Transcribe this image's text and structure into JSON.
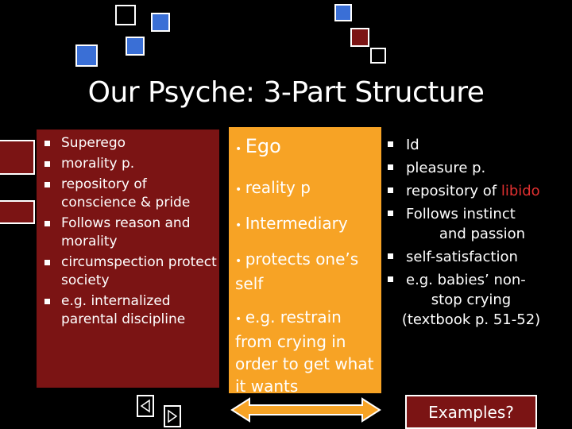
{
  "slide": {
    "title": "Our Psyche: 3-Part Structure"
  },
  "superego": {
    "items": [
      "Superego",
      "morality p.",
      "repository of conscience &  pride",
      "Follows reason and morality",
      "circumspection protect society",
      "e.g. internalized parental discipline"
    ]
  },
  "ego": {
    "heading": "Ego",
    "items": [
      "reality p",
      "Intermediary",
      "protects one’s self",
      "e.g. restrain from crying in order to get what it wants"
    ]
  },
  "id": {
    "items": [
      "Id",
      "pleasure p."
    ],
    "repository_prefix": "repository of ",
    "repository_highlight": "libido",
    "instinct_line": "Follows instinct",
    "instinct_cont": "and passion",
    "items2": [
      "self-satisfaction",
      "e.g. babies’ non-"
    ],
    "cont2": "stop crying",
    "textbook": "(textbook p. 51-52)"
  },
  "nav": {
    "examples_label": "Examples?"
  },
  "colors": {
    "maroon": "#7b1414",
    "orange": "#f7a325",
    "blue": "#3a6fd6",
    "highlight_red": "#e03030"
  }
}
